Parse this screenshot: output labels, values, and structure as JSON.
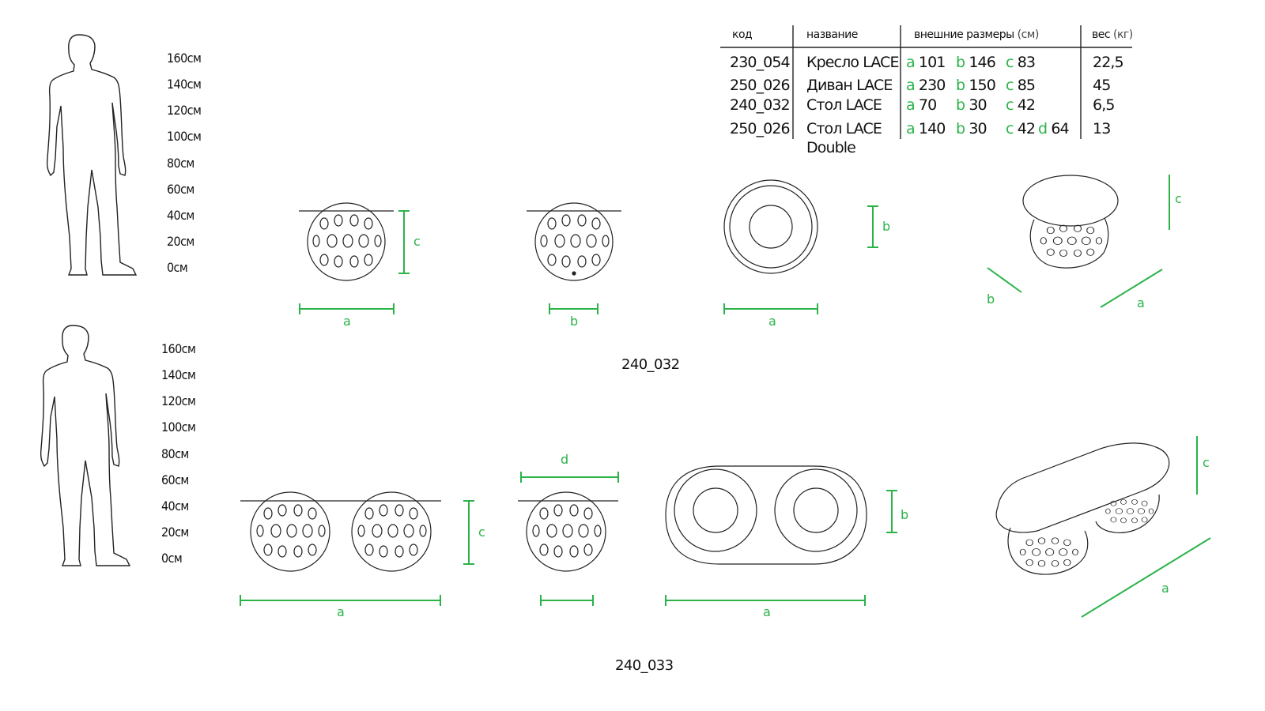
{
  "scale_top": [
    "160см",
    "140см",
    "120см",
    "100см",
    "80см",
    "60см",
    "40см",
    "20см",
    "0см"
  ],
  "scale_bottom": [
    "160см",
    "140см",
    "120см",
    "100см",
    "80см",
    "60см",
    "40см",
    "20см",
    "0см"
  ],
  "table": {
    "headers": {
      "code": "код",
      "name": "название",
      "dims_main": "внешние размеры",
      "dims_unit": "(см)",
      "weight_main": "вес",
      "weight_unit": "(кг)"
    },
    "rows": [
      {
        "code": "230_054",
        "name": "Кресло LACE",
        "name2": "",
        "a": "101",
        "b": "146",
        "c": "83",
        "d": "",
        "weight": "22,5"
      },
      {
        "code": "250_026",
        "name": "Диван LACE",
        "name2": "",
        "a": "230",
        "b": "150",
        "c": "85",
        "d": "",
        "weight": "45"
      },
      {
        "code": "240_032",
        "name": "Стол LACE",
        "name2": "",
        "a": "70",
        "b": "30",
        "c": "42",
        "d": "",
        "weight": "6,5"
      },
      {
        "code": "250_026",
        "name": "Стол LACE",
        "name2": "Double",
        "a": "140",
        "b": "30",
        "c": "42",
        "d": "64",
        "weight": "13"
      }
    ],
    "dim_keys": {
      "a": "a",
      "b": "b",
      "c": "c",
      "d": "d"
    }
  },
  "labels": {
    "a": "a",
    "b": "b",
    "c": "c",
    "d": "d"
  },
  "captions": {
    "top": "240_032",
    "bottom": "240_033"
  },
  "colors": {
    "dimension": "#2bb34a",
    "line": "#222222"
  }
}
